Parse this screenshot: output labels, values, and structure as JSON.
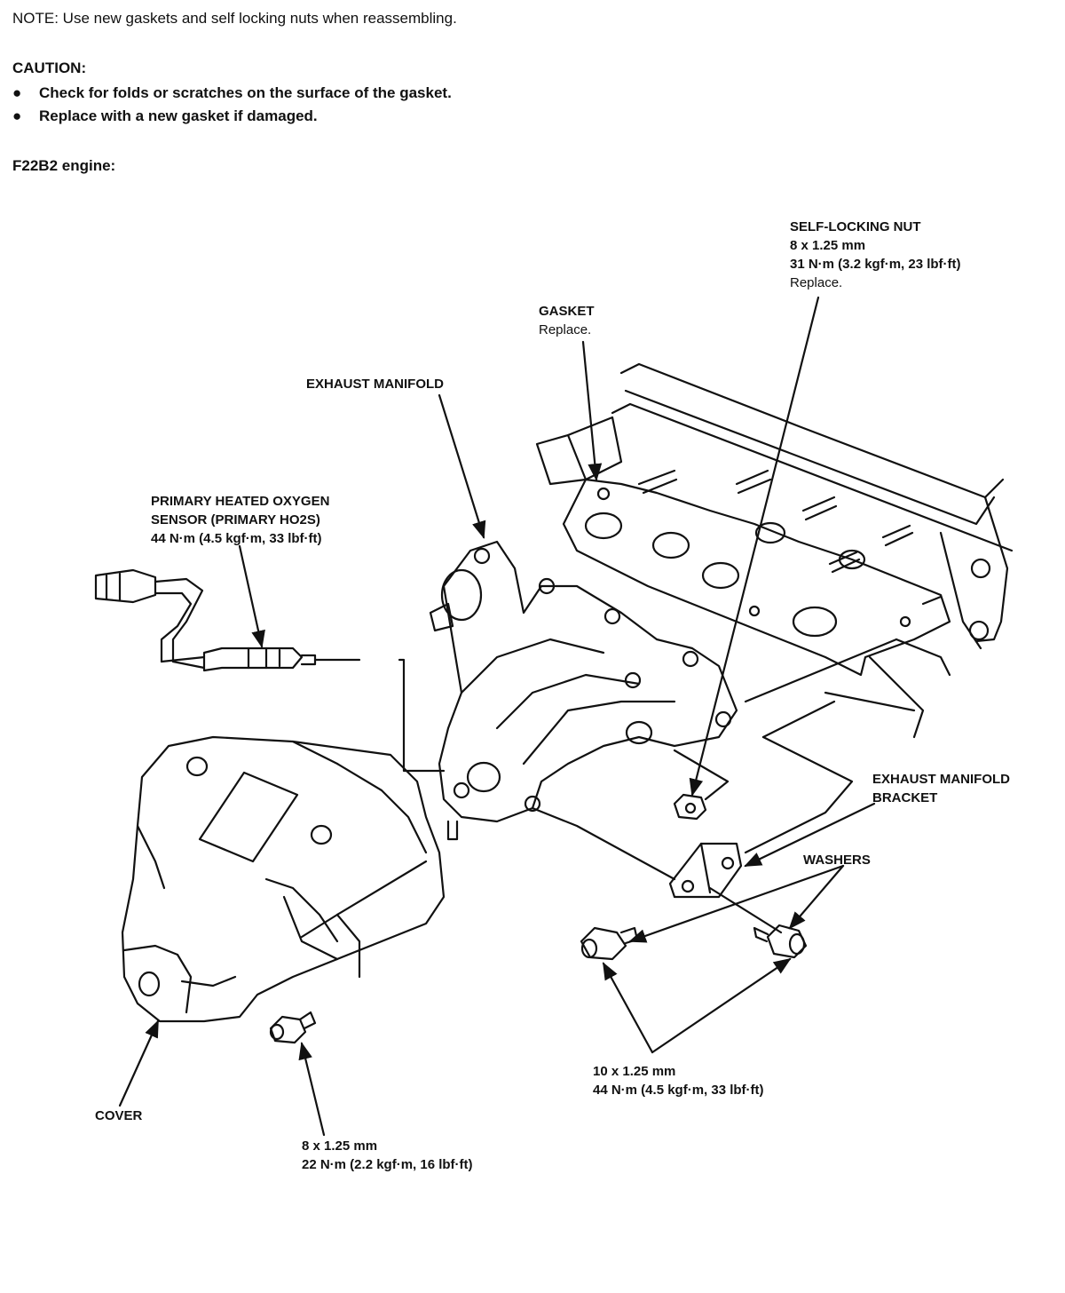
{
  "note": "NOTE:  Use new gaskets and self locking nuts when reassembling.",
  "caution": {
    "title": "CAUTION:",
    "items": [
      "Check for folds or scratches on the surface of the gasket.",
      "Replace with a new gasket if damaged."
    ]
  },
  "engine_label": "F22B2 engine:",
  "callouts": {
    "self_locking_nut": {
      "title": "SELF-LOCKING NUT",
      "size": "8 x 1.25 mm",
      "torque": "31 N·m (3.2 kgf·m, 23 lbf·ft)",
      "note": "Replace."
    },
    "gasket": {
      "title": "GASKET",
      "note": "Replace."
    },
    "exhaust_manifold": {
      "title": "EXHAUST MANIFOLD"
    },
    "oxygen_sensor": {
      "line1": "PRIMARY HEATED OXYGEN",
      "line2": "SENSOR (PRIMARY HO2S)",
      "torque": "44 N·m (4.5 kgf·m, 33 lbf·ft)"
    },
    "bracket": {
      "line1": "EXHAUST MANIFOLD",
      "line2": "BRACKET"
    },
    "washers": {
      "title": "WASHERS"
    },
    "bracket_bolts": {
      "size": "10 x 1.25 mm",
      "torque": "44 N·m (4.5 kgf·m, 33 lbf·ft)"
    },
    "cover": {
      "title": "COVER"
    },
    "cover_bolt": {
      "size": "8 x 1.25 mm",
      "torque": "22 N·m (2.2 kgf·m, 16 lbf·ft)"
    }
  }
}
